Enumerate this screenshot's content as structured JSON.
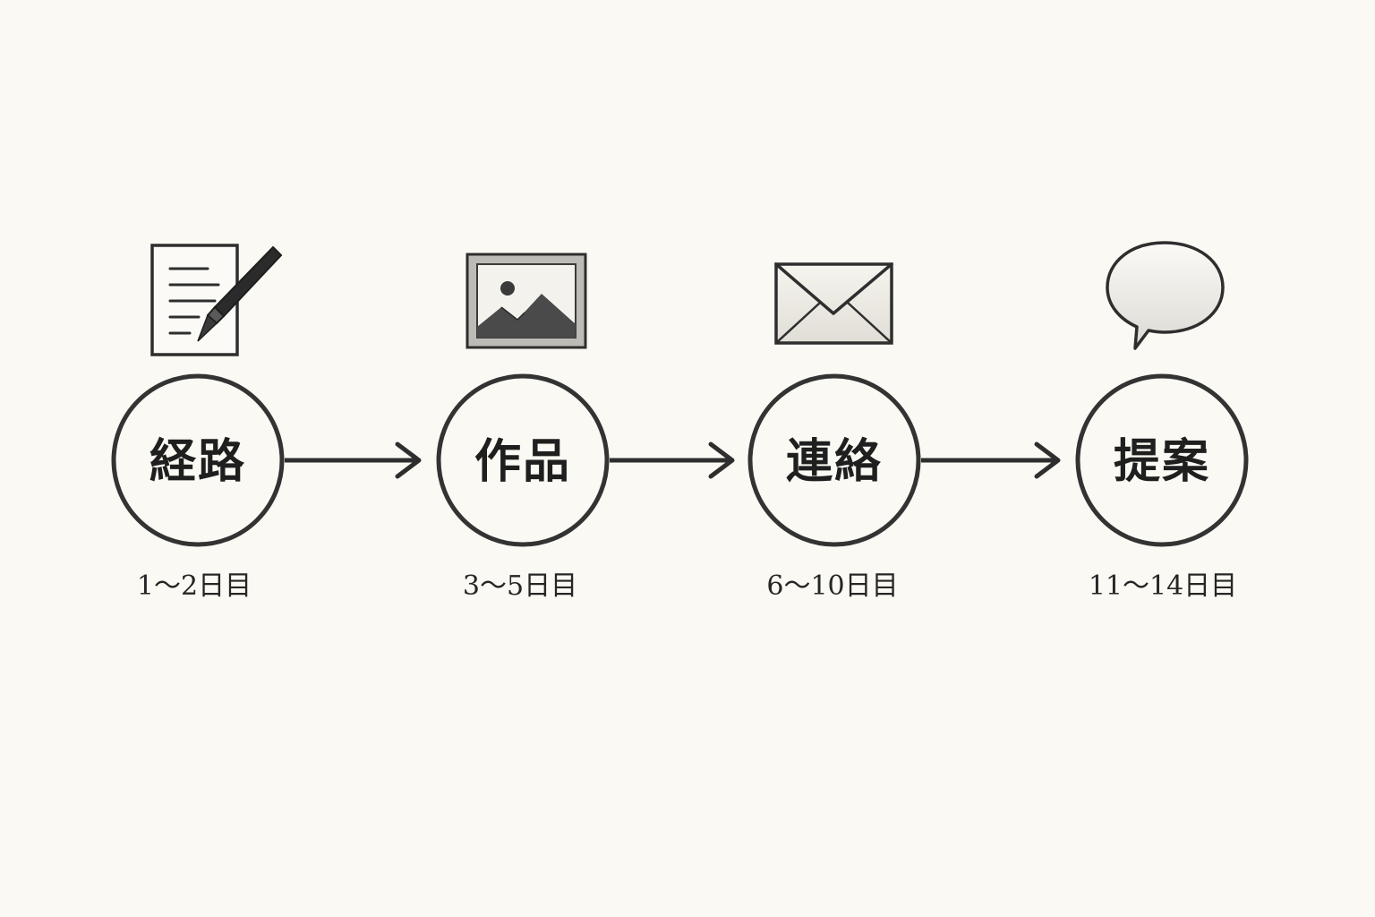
{
  "colors": {
    "background": "#fbf9f3",
    "ink": "#2e2e2e",
    "text": "#1f1f1f"
  },
  "steps": [
    {
      "title": "経路",
      "period": "1～2日目",
      "icon": "document-pen-icon"
    },
    {
      "title": "作品",
      "period": "3～5日目",
      "icon": "framed-picture-icon"
    },
    {
      "title": "連絡",
      "period": "6～10日目",
      "icon": "envelope-icon"
    },
    {
      "title": "提案",
      "period": "11～14日目",
      "icon": "speech-bubble-icon"
    }
  ]
}
